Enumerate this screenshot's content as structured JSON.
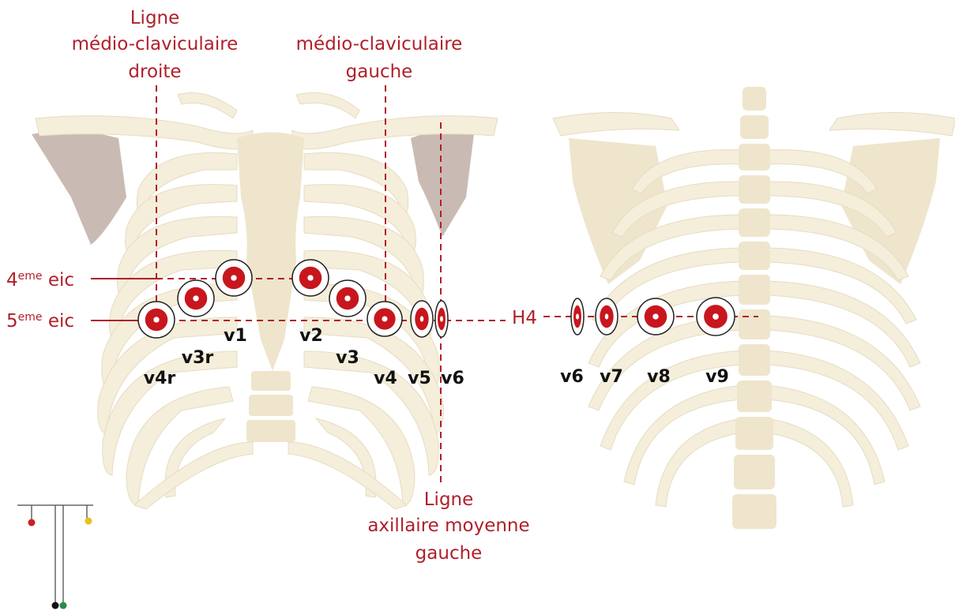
{
  "labels": {
    "right_mcl": [
      "Ligne",
      "médio-claviculaire",
      "droite"
    ],
    "left_mcl": [
      "médio-claviculaire",
      "gauche"
    ],
    "axillary": [
      "Ligne",
      "axillaire moyenne",
      "gauche"
    ],
    "eic4_num": "4",
    "eic4_sup": "eme",
    "eic4_rest": " eic",
    "eic5_num": "5",
    "eic5_sup": "eme",
    "eic5_rest": " eic",
    "h4": "H4"
  },
  "electrodes_front": [
    "v4r",
    "v3r",
    "v1",
    "v2",
    "v3",
    "v4",
    "v5",
    "v6"
  ],
  "electrodes_back": [
    "v6",
    "v7",
    "v8",
    "v9"
  ],
  "colors": {
    "guide_red": "#b0202a",
    "electrode_red": "#c8161e",
    "bone": "#f4eedb",
    "scapula": "#c9bbb3",
    "lead_red": "#cc2020",
    "lead_yellow": "#e8c020",
    "lead_black": "#111111",
    "lead_green": "#2a8a4a"
  }
}
